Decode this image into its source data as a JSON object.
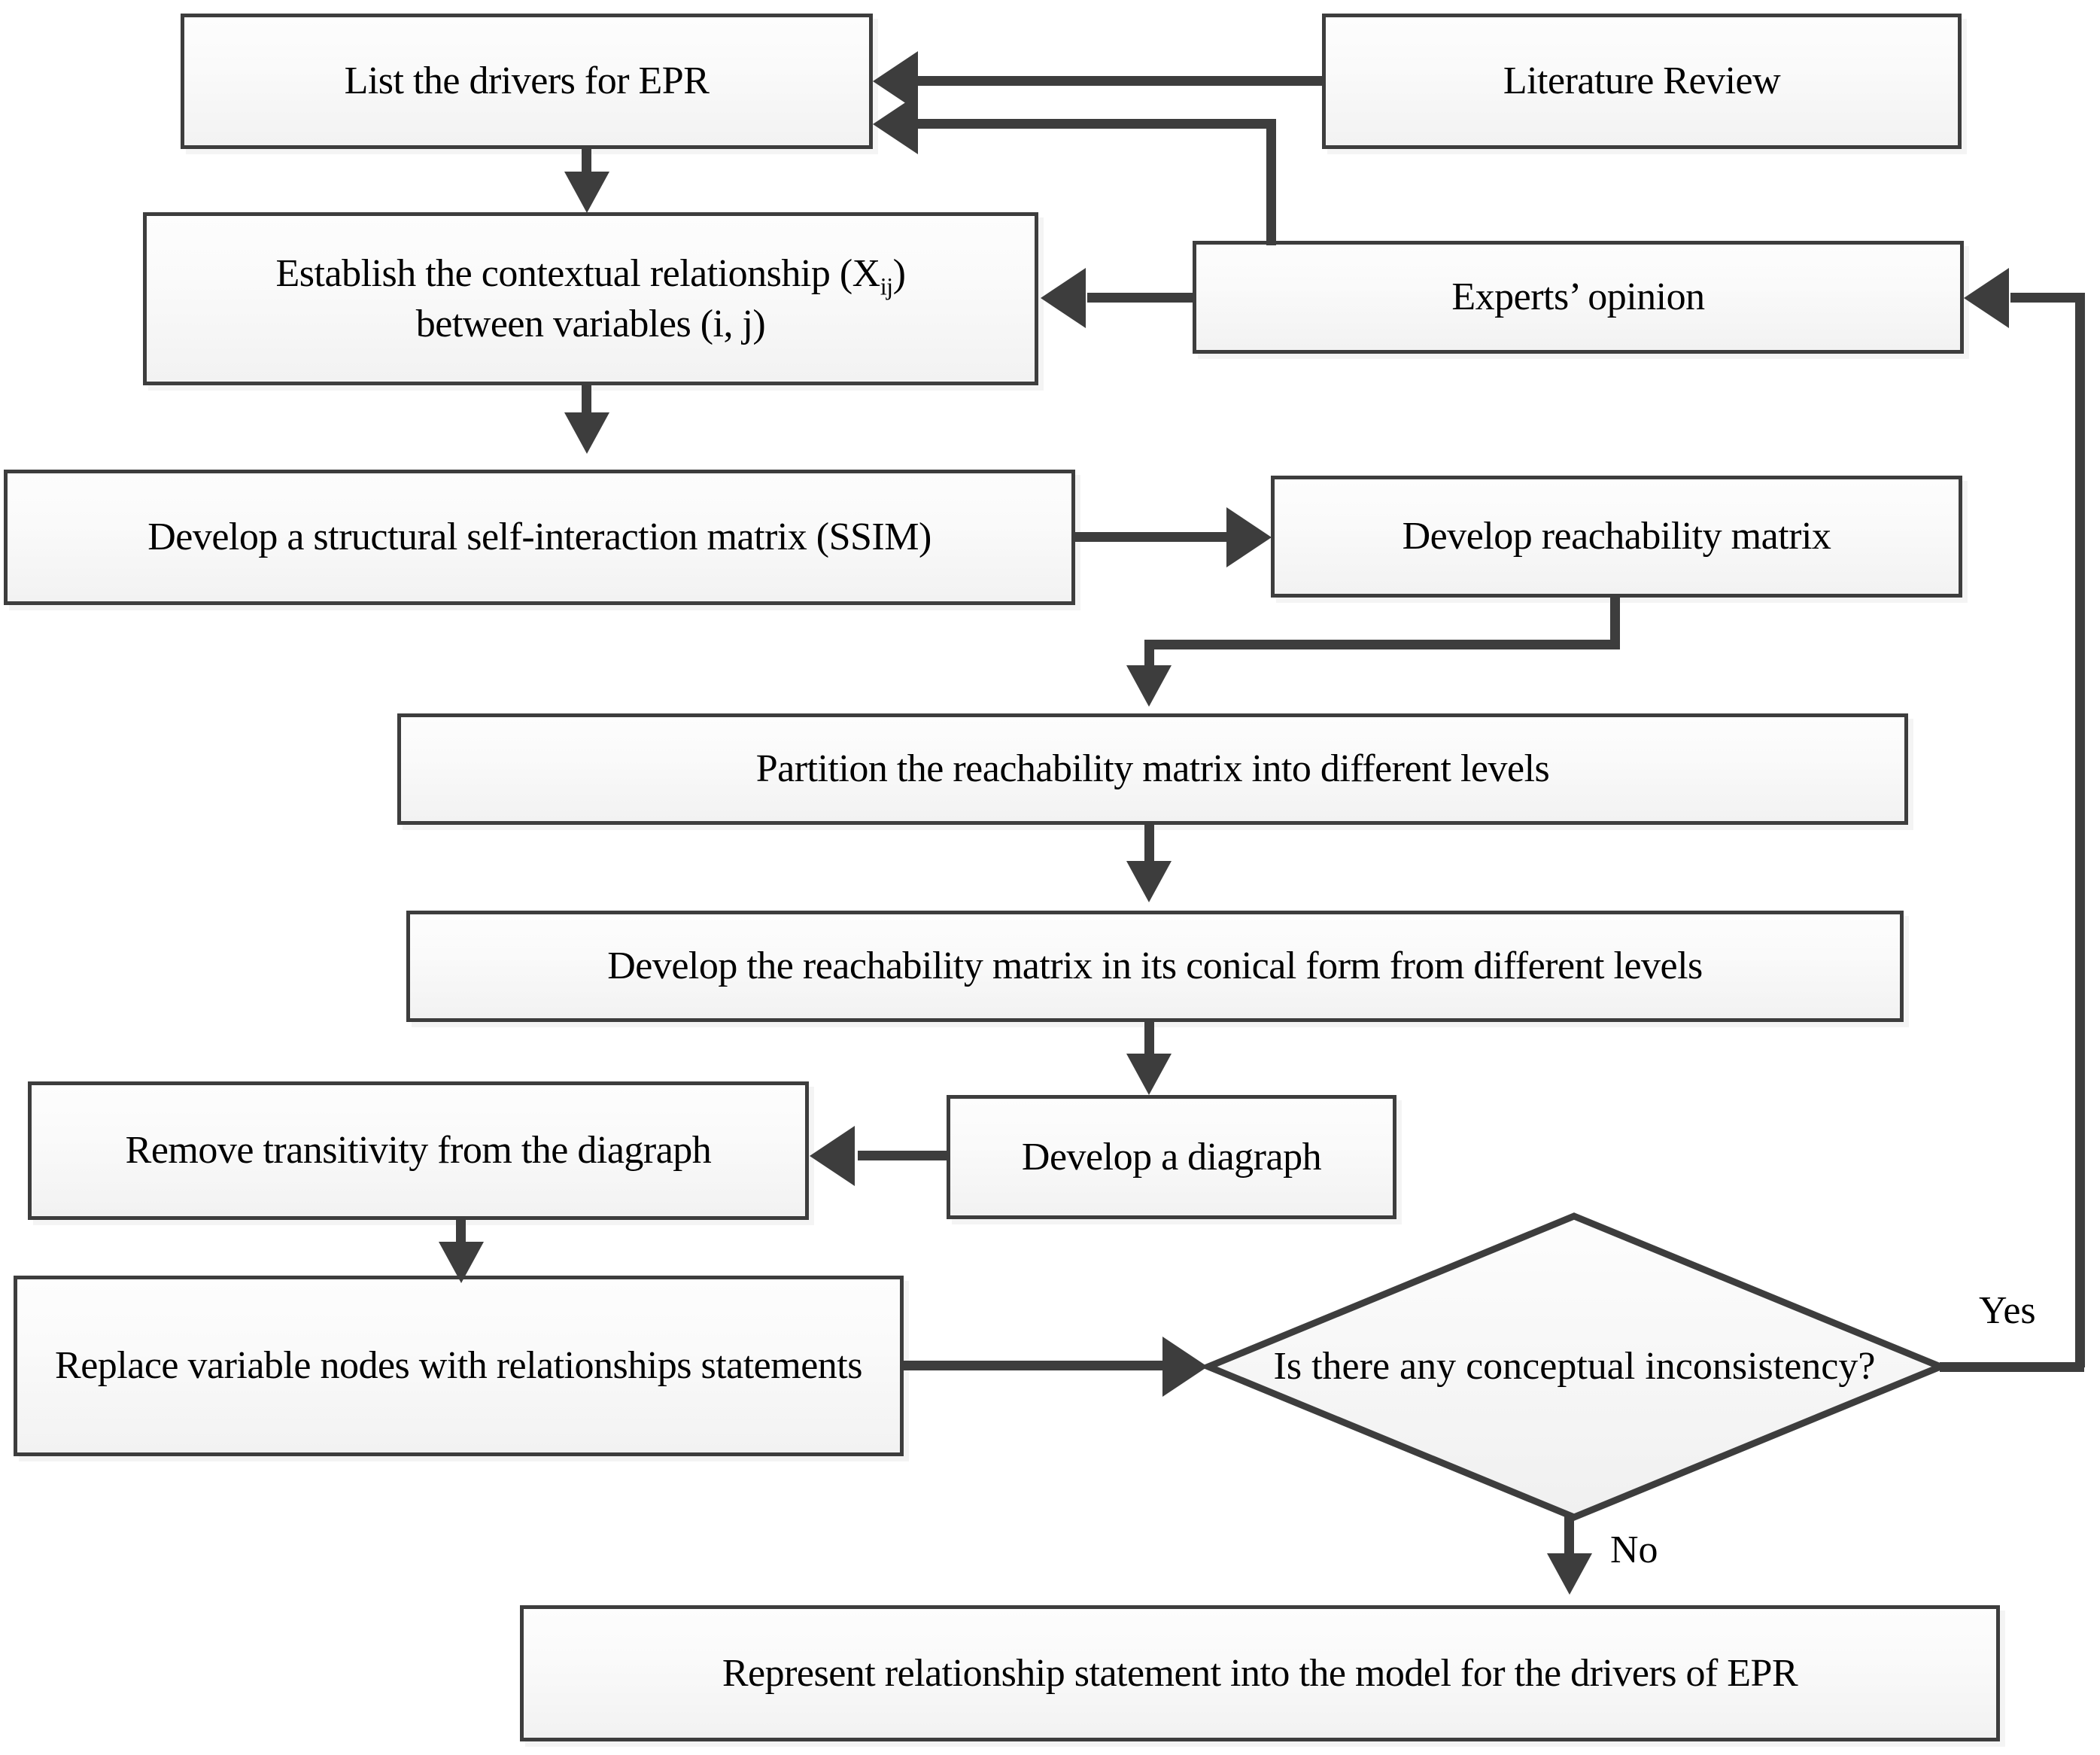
{
  "diagram": {
    "title": "ISM methodology flowchart for drivers of EPR",
    "colors": {
      "stroke": "#3d3d3d",
      "fill_top": "#fdfdfd",
      "fill_bottom": "#f2f2f2",
      "text": "#000000",
      "background": "#ffffff"
    },
    "nodes": [
      {
        "id": "list-drivers",
        "shape": "process",
        "label": "List the drivers for EPR"
      },
      {
        "id": "literature-review",
        "shape": "process",
        "label": "Literature Review"
      },
      {
        "id": "contextual-line1",
        "shape": "process",
        "label": "Establish the contextual relationship (X"
      },
      {
        "id": "contextual-sub",
        "shape": "process",
        "label": "ij"
      },
      {
        "id": "contextual-line1b",
        "shape": "process",
        "label": ")"
      },
      {
        "id": "contextual-line2",
        "shape": "process",
        "label": "between variables (i, j)"
      },
      {
        "id": "experts-opinion",
        "shape": "process",
        "label": "Experts’ opinion"
      },
      {
        "id": "ssim",
        "shape": "process",
        "label": "Develop a structural self-interaction matrix (SSIM)"
      },
      {
        "id": "reachability",
        "shape": "process",
        "label": "Develop reachability matrix"
      },
      {
        "id": "partition",
        "shape": "process",
        "label": "Partition the reachability matrix into different levels"
      },
      {
        "id": "conical",
        "shape": "process",
        "label": "Develop the reachability matrix in its conical form from different levels"
      },
      {
        "id": "diagraph",
        "shape": "process",
        "label": "Develop a diagraph"
      },
      {
        "id": "remove-transitivity",
        "shape": "process",
        "label": "Remove transitivity from the diagraph"
      },
      {
        "id": "replace-nodes",
        "shape": "process",
        "label": "Replace variable nodes with relationships statements"
      },
      {
        "id": "decision",
        "shape": "decision",
        "label": "Is there any conceptual inconsistency?"
      },
      {
        "id": "represent",
        "shape": "process",
        "label": "Represent relationship statement into the model for the drivers of EPR"
      }
    ],
    "edge_labels": {
      "yes": "Yes",
      "no": "No"
    }
  }
}
